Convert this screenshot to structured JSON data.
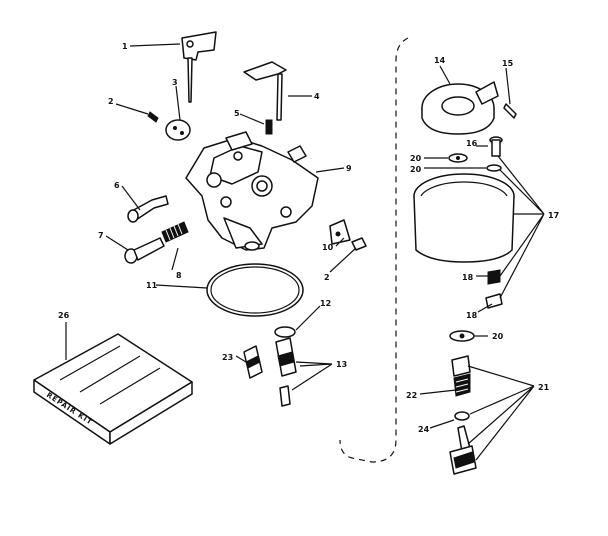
{
  "diagram": {
    "kit_text": "REPAIR KIT",
    "labels": {
      "l1": "1",
      "l2a": "2",
      "l2b": "2",
      "l3": "3",
      "l4": "4",
      "l5": "5",
      "l6": "6",
      "l7": "7",
      "l8": "8",
      "l9": "9",
      "l10": "10",
      "l11": "11",
      "l12": "12",
      "l13": "13",
      "l14": "14",
      "l15": "15",
      "l16": "16",
      "l17": "17",
      "l18a": "18",
      "l18b": "18",
      "l20a": "20",
      "l20b": "20",
      "l20c": "20",
      "l21": "21",
      "l22": "22",
      "l23": "23",
      "l24": "24",
      "l26": "26"
    }
  }
}
